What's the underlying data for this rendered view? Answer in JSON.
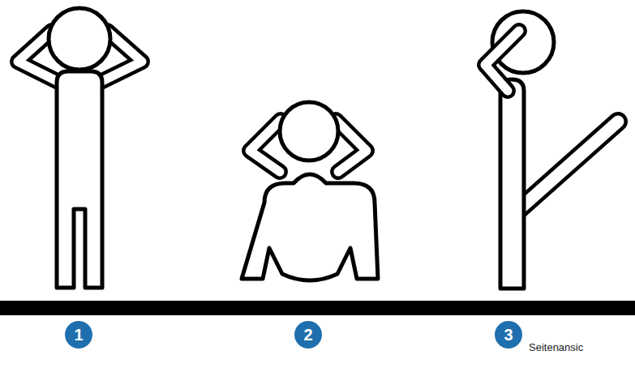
{
  "diagram": {
    "labels": [
      "1",
      "2",
      "3",
      "Seitenansic"
    ]
  }
}
